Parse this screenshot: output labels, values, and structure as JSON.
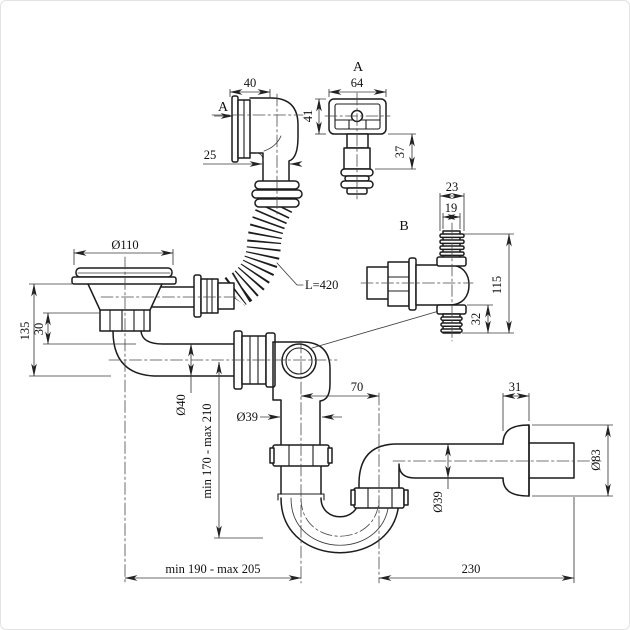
{
  "drawing": {
    "labels": {
      "section_marker": "A",
      "view_a_title": "A",
      "view_b_title": "B",
      "hose_length": "L=420"
    },
    "dimensions": {
      "overflow_elbow_width": "40",
      "overflow_stem_diameter": "25",
      "overflow_head_width": "64",
      "overflow_head_height": "41",
      "overflow_stem_height": "37",
      "strainer_diameter": "Ø110",
      "strainer_height": "135",
      "strainer_collar_height": "30",
      "barb_outer_diameter": "23",
      "barb_inner_diameter": "19",
      "tee_height": "115",
      "tee_bottom_barb_height": "32",
      "waste_pipe_diameter": "Ø40",
      "trap_depth_range": "min 170 - max 210",
      "trap_leg_diameter": "Ø39",
      "trap_leg_spacing": "70",
      "outlet_pipe_diameter": "Ø39",
      "bell_length": "31",
      "bell_diameter": "Ø83",
      "inlet_offset_range": "min 190 - max 205",
      "outlet_length": "230"
    }
  }
}
